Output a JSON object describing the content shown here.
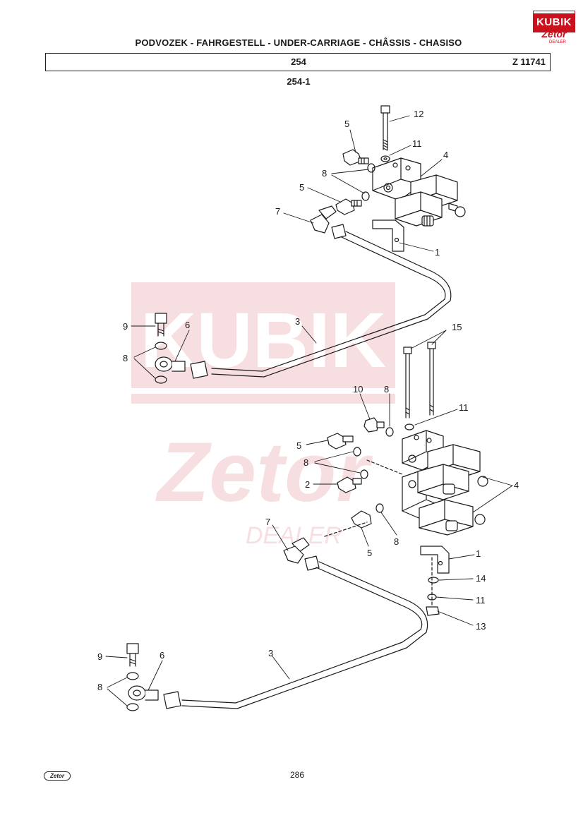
{
  "header": {
    "title": "PODVOZEK - FAHRGESTELL - UNDER-CARRIAGE - CHÂSSIS - CHASISO",
    "section": "254",
    "drawing_number": "Z 11741"
  },
  "figure_id": "254-1",
  "page_number": "286",
  "logo": {
    "top_text": "KUBIK",
    "brand": "Zetor",
    "sub": "DEALER",
    "footer": "Zetor",
    "color": "#c9121e"
  },
  "watermark": {
    "text": "KUBIK",
    "brand": "Zetor",
    "sub": "DEALER"
  },
  "callouts": {
    "c12": "12",
    "c5a": "5",
    "c11a": "11",
    "c4a": "4",
    "c8a": "8",
    "c5b": "5",
    "c7a": "7",
    "c1a": "1",
    "c9a": "9",
    "c6a": "6",
    "c3a": "3",
    "c8b": "8",
    "c15": "15",
    "c10": "10",
    "c8c": "8",
    "c11b": "11",
    "c5c": "5",
    "c8d": "8",
    "c2": "2",
    "c4b": "4",
    "c7b": "7",
    "c5d": "5",
    "c8e": "8",
    "c1b": "1",
    "c14": "14",
    "c11c": "11",
    "c13": "13",
    "c9b": "9",
    "c6b": "6",
    "c3b": "3",
    "c8f": "8"
  }
}
